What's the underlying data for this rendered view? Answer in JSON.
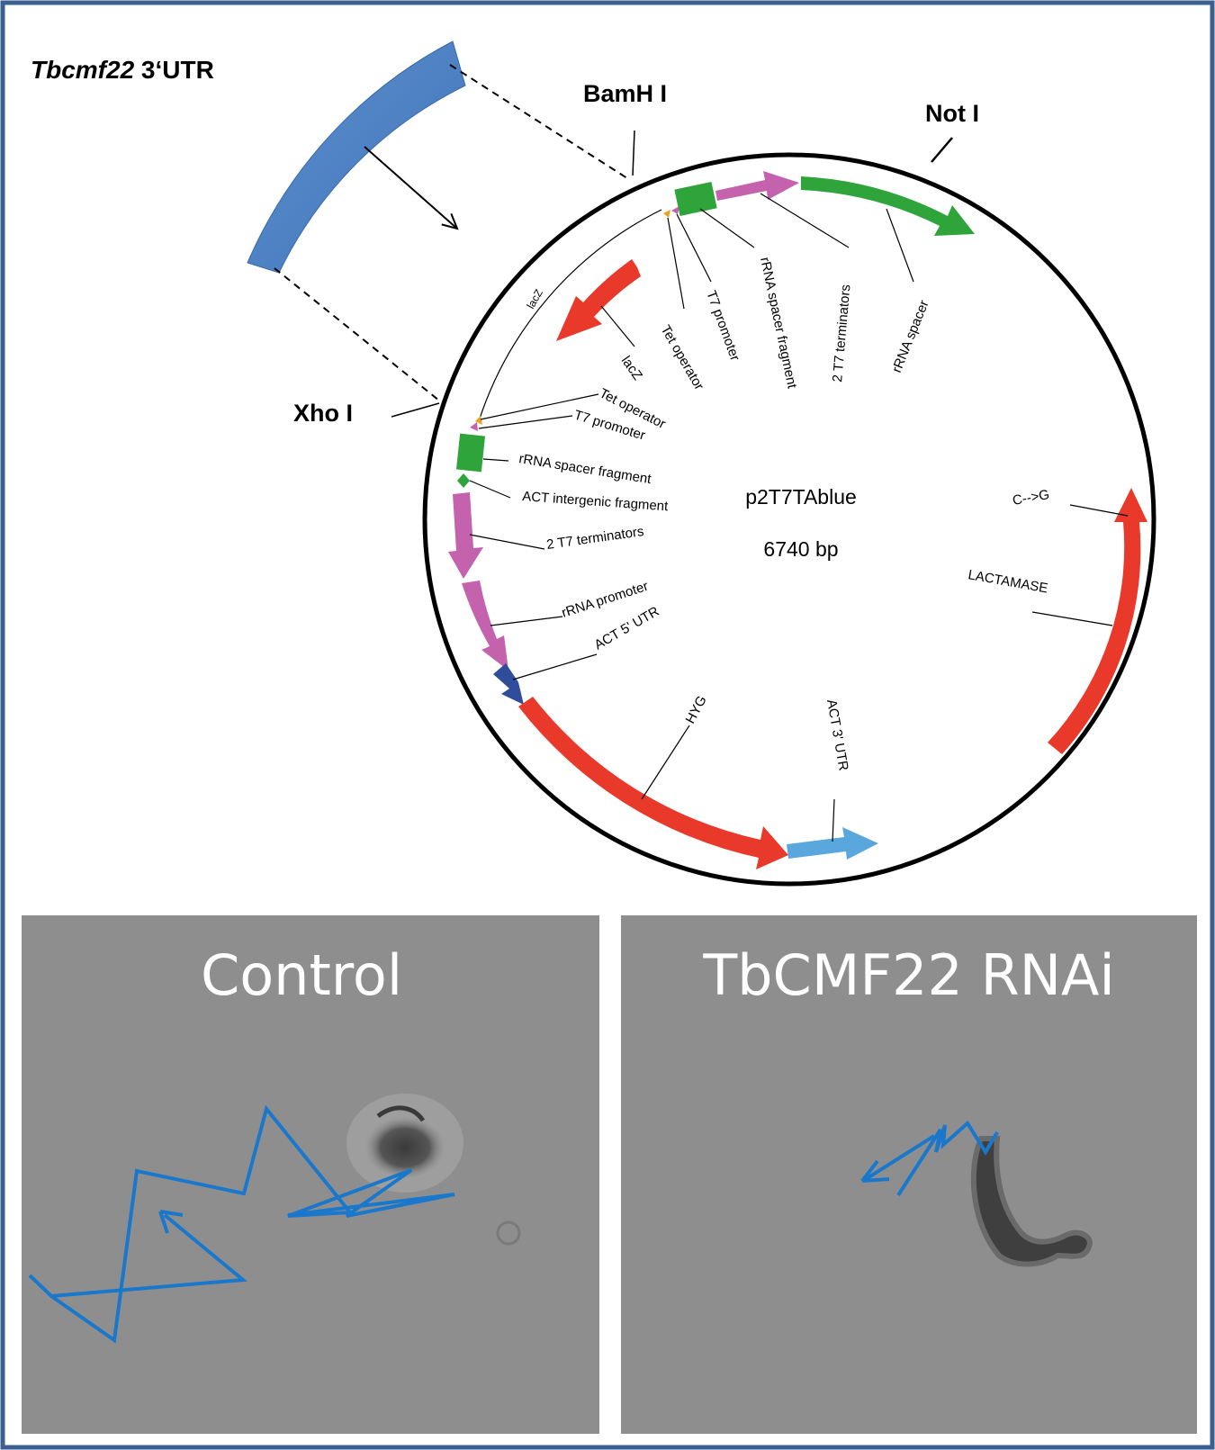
{
  "insert": {
    "gene": "Tbcmf22",
    "suffix": " 3‘UTR"
  },
  "plasmid": {
    "name": "p2T7TAblue",
    "size": "6740 bp"
  },
  "restriction_sites": {
    "bamhi": "BamH I",
    "noti": "Not I",
    "xhoi": "Xho I"
  },
  "features": {
    "lacz_small": "lacZ",
    "lacz": "lacZ",
    "tet_operator_top": "Tet operator",
    "t7_promoter_top": "T7 promoter",
    "rrna_spacer_fragment_top": "rRNA spacer fragment",
    "t7_terminators_top": "2 T7 terminators",
    "rrna_spacer": "rRNA spacer",
    "tet_operator_left": "Tet operator",
    "t7_promoter_left": "T7 promoter",
    "rrna_spacer_fragment_left": "rRNA spacer fragment",
    "act_intergenic": "ACT intergenic fragment",
    "t7_terminators_left": "2 T7 terminators",
    "rrna_promoter": "rRNA promoter",
    "act_5utr": "ACT 5' UTR",
    "hyg": "HYG",
    "act_3utr": "ACT 3' UTR",
    "lactamase": "LACTAMASE",
    "mutation": "C-->G"
  },
  "panels": {
    "control": "Control",
    "rnai": "TbCMF22 RNAi"
  },
  "colors": {
    "frame": "#3b5f91",
    "insert": "#4a7fc1",
    "red": "#e8392b",
    "green": "#2ea43a",
    "magenta": "#c462ae",
    "navy": "#2f4d9a",
    "lightblue": "#5aa7dd",
    "track": "#1a78cc",
    "micro_bg": "#8e8e8e"
  }
}
